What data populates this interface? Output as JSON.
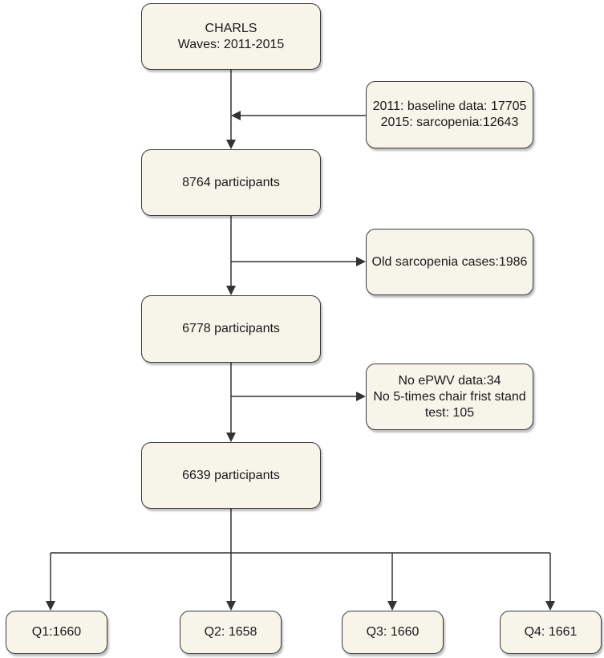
{
  "nodes": {
    "source": {
      "line1": "CHARLS",
      "line2": "Waves: 2011-2015"
    },
    "inclusion": {
      "line1": "2011: baseline data: 17705",
      "line2": "2015: sarcopenia:12643"
    },
    "step1": {
      "label": "8764 participants"
    },
    "exclusion1": {
      "label": "Old sarcopenia cases:1986"
    },
    "step2": {
      "label": "6778 participants"
    },
    "exclusion2": {
      "line1": "No ePWV data:34",
      "line2": "No 5-times chair frist stand",
      "line3": "test: 105"
    },
    "step3": {
      "label": "6639 participants"
    },
    "quartiles": [
      {
        "label": "Q1:1660"
      },
      {
        "label": "Q2: 1658"
      },
      {
        "label": "Q3: 1660"
      },
      {
        "label": "Q4: 1661"
      }
    ]
  },
  "colors": {
    "box_fill": "#f7f4ea",
    "box_border": "#3a3a3a",
    "line": "#333333"
  }
}
